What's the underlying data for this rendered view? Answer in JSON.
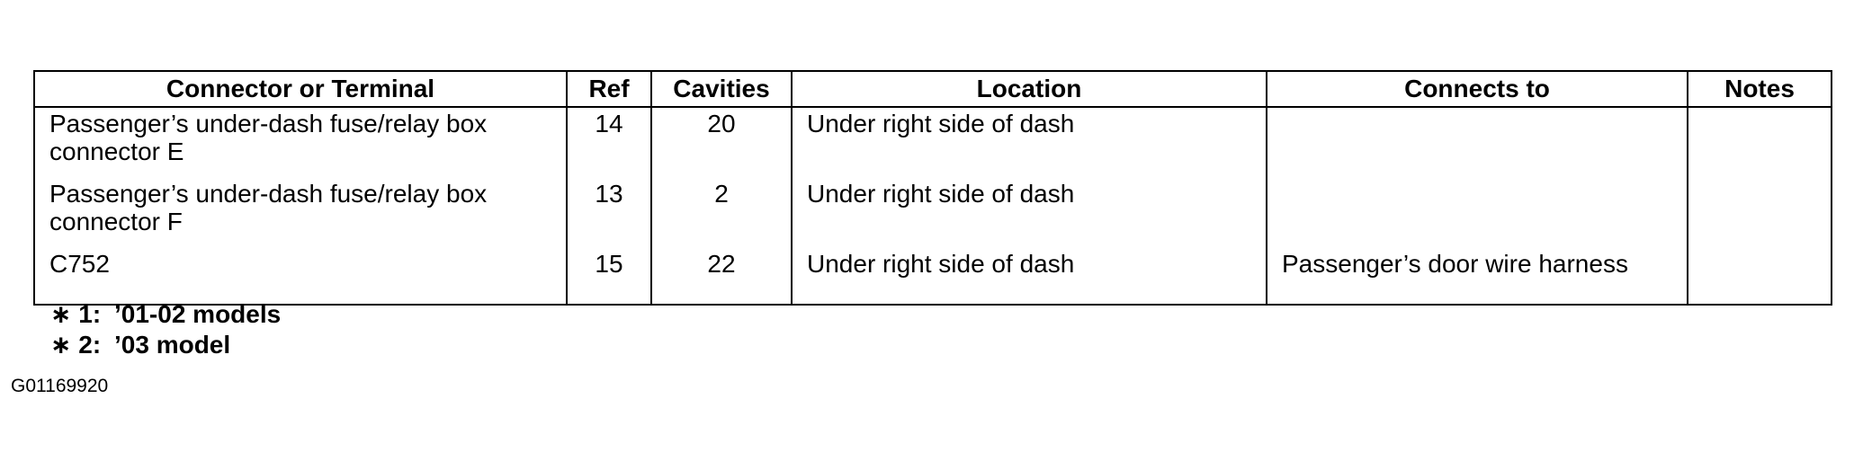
{
  "table": {
    "headers": [
      "Connector or Terminal",
      "Ref",
      "Cavities",
      "Location",
      "Connects to",
      "Notes"
    ],
    "rows": [
      {
        "connector": "Passenger’s under-dash fuse/relay box connector E",
        "ref": "14",
        "cavities": "20",
        "location": "Under right side of dash",
        "connects_to": "",
        "notes": ""
      },
      {
        "connector": "Passenger’s under-dash fuse/relay box connector F",
        "ref": "13",
        "cavities": "2",
        "location": "Under right side of dash",
        "connects_to": "",
        "notes": ""
      },
      {
        "connector": "C752",
        "ref": "15",
        "cavities": "22",
        "location": "Under right side of dash",
        "connects_to": "Passenger’s door wire harness",
        "notes": ""
      }
    ]
  },
  "footnotes": [
    {
      "mark": "∗ 1:",
      "text": "’01-02 models"
    },
    {
      "mark": "∗ 2:",
      "text": "’03 model"
    }
  ],
  "figure_id": "G01169920"
}
